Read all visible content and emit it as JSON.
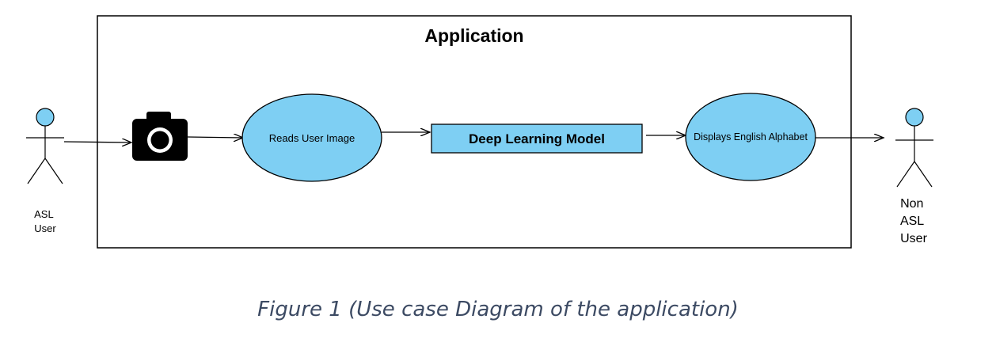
{
  "system_title": "Application",
  "actors": {
    "left": {
      "lines": [
        "ASL",
        "User"
      ]
    },
    "right": {
      "lines": [
        "Non",
        "ASL",
        "User"
      ]
    }
  },
  "icons": {
    "camera": "camera-icon"
  },
  "nodes": {
    "reads_image": "Reads User Image",
    "model": "Deep Learning Model",
    "displays": "Displays English Alphabet"
  },
  "caption": "Figure 1 (Use case Diagram of the application)",
  "colors": {
    "shape_fill": "#7ecff3",
    "stroke": "#000000",
    "caption": "#3c4a63"
  }
}
